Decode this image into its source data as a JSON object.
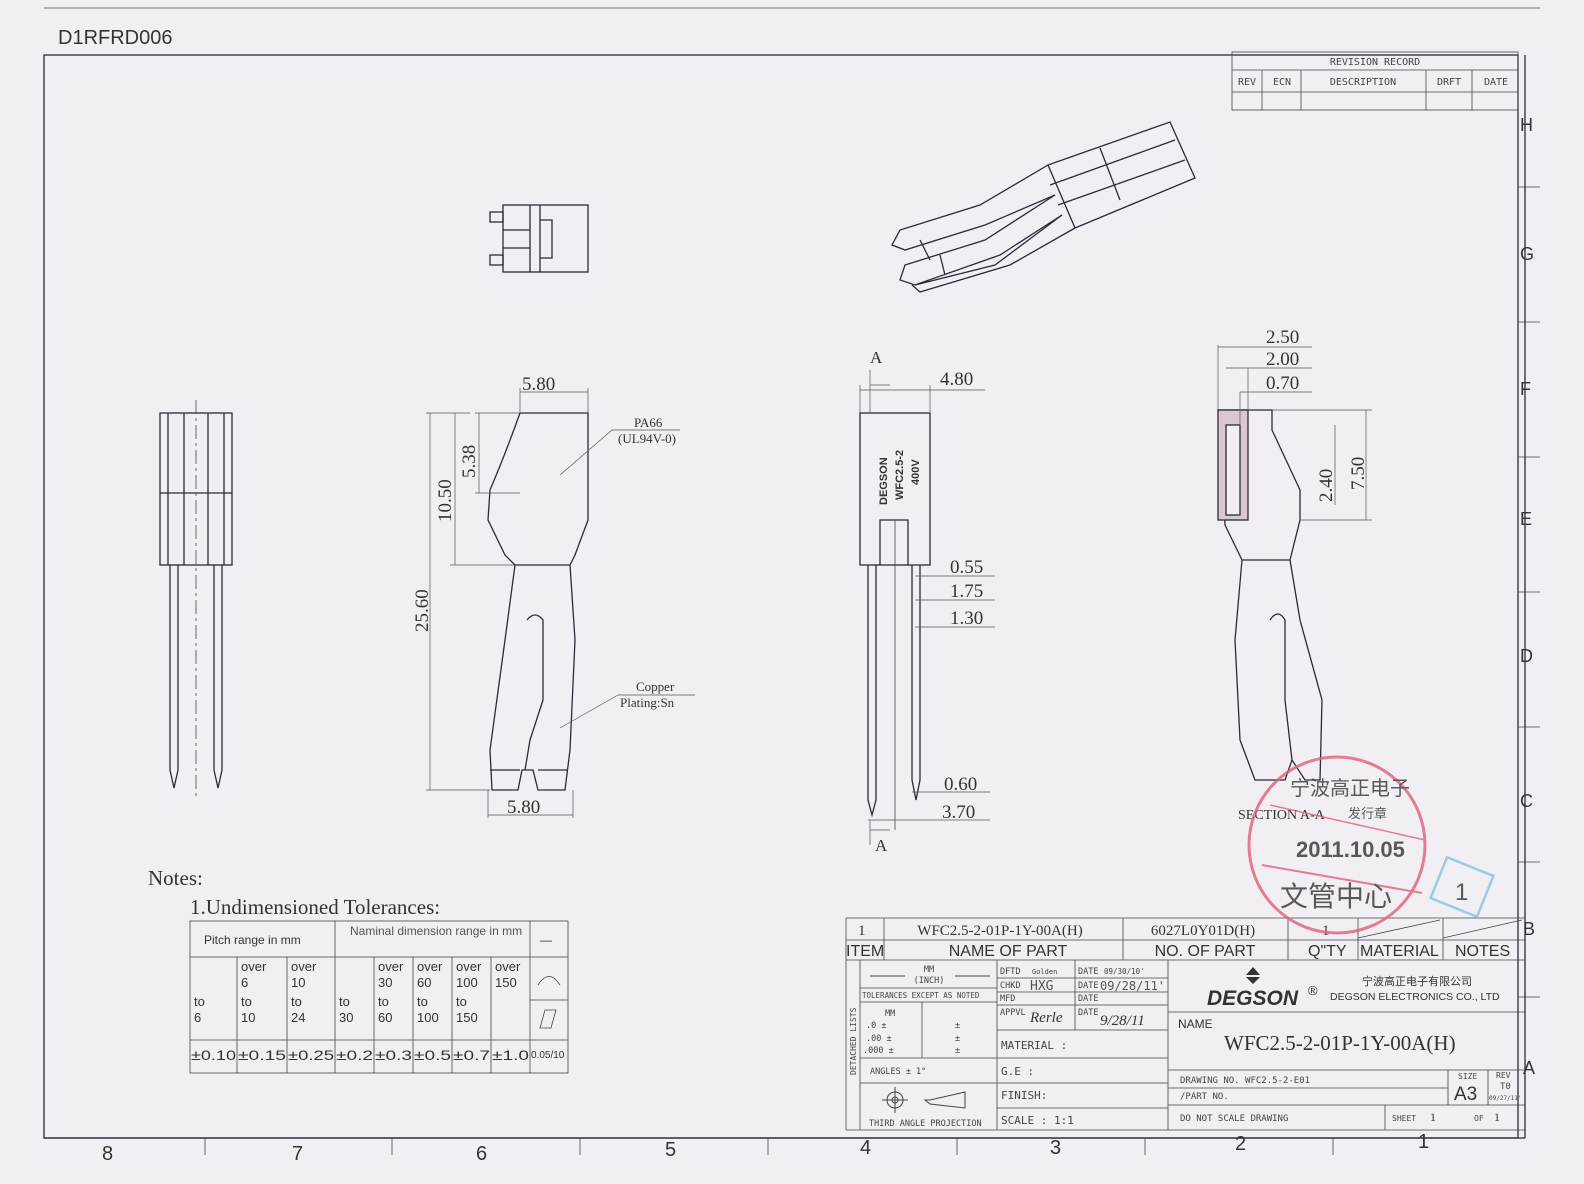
{
  "drawing_code": "D1RFRD006",
  "revision_record": {
    "title": "REVISION RECORD",
    "headers": [
      "REV",
      "ECN",
      "DESCRIPTION",
      "DRFT",
      "DATE"
    ]
  },
  "border": {
    "columns": [
      "8",
      "7",
      "6",
      "5",
      "4",
      "3",
      "2",
      "1"
    ],
    "rows": [
      "H",
      "G",
      "F",
      "E",
      "D",
      "C",
      "B",
      "A"
    ]
  },
  "front_view": {
    "width_top": "5.80",
    "body_upper": "5.38",
    "body_height": "10.50",
    "overall_length": "25.60",
    "width_bottom": "5.80",
    "housing_material": "PA66",
    "housing_rating": "(UL94V-0)",
    "contact_material": "Copper",
    "contact_plating": "Plating:Sn"
  },
  "side_view": {
    "section_mark_top": "A",
    "section_mark_bottom": "A",
    "thickness": "4.80",
    "d1": "0.55",
    "d2": "1.75",
    "d3": "1.30",
    "d4": "0.60",
    "d5": "3.70",
    "print_brand": "DEGSON",
    "print_model": "WFC2.5-2",
    "print_voltage": "400V"
  },
  "section_view": {
    "d1": "2.50",
    "d2": "2.00",
    "d3": "0.70",
    "d4": "2.40",
    "d5": "7.50",
    "label": "SECTION A-A"
  },
  "notes": {
    "title": "Notes:",
    "item1": "1.Undimensioned Tolerances:"
  },
  "tolerance_table": {
    "pitch_header": "Pitch range in mm",
    "nominal_header": "Naminal dimension range in mm",
    "flat_symbol": "—",
    "columns": [
      {
        "range": "to 6",
        "value": "±0.10"
      },
      {
        "range": "over 6 to 10",
        "value": "±0.15"
      },
      {
        "range": "over 10 to 24",
        "value": "±0.25"
      },
      {
        "range": "to 30",
        "value": "±0.2"
      },
      {
        "range": "over 30 to 60",
        "value": "±0.3"
      },
      {
        "range": "over 60 to 100",
        "value": "±0.5"
      },
      {
        "range": "over 100 to 150",
        "value": "±0.7"
      },
      {
        "range": "over 150",
        "value": "±1.0"
      }
    ],
    "geom_value": "0.05/10"
  },
  "parts_list": {
    "row": {
      "item": "1",
      "name": "WFC2.5-2-01P-1Y-00A(H)",
      "part_no": "6027L0Y01D(H)",
      "qty": "1"
    },
    "headers": {
      "item": "ITEM",
      "name": "NAME OF PART",
      "part_no": "NO. OF PART",
      "qty": "Q\"TY",
      "material": "MATERIAL",
      "notes": "NOTES"
    }
  },
  "title_block": {
    "units": "MM",
    "units_alt": "(INCH)",
    "tolerances_label": "TOLERANCES EXCEPT AS NOTED",
    "mm": "MM",
    "tol_rows": [
      ".0 ±",
      ".00 ±",
      ".000 ±"
    ],
    "pm": "±",
    "angles": "ANGLES ± 1°",
    "projection": "THIRD ANGLE PROJECTION",
    "detached_lists": "DETACHED LISTS",
    "dftd_label": "DFTD",
    "dftd": "Golden",
    "dftd_date_label": "DATE",
    "dftd_date": "09/30/10'",
    "chkd_label": "CHKD",
    "chkd": "HXG",
    "chkd_date_label": "DATE",
    "chkd_date": "09/28/11'",
    "mfd_label": "MFD",
    "mfd_date_label": "DATE",
    "appvl_label": "APPVL",
    "appvl": "Rerle",
    "appvl_date_label": "DATE",
    "appvl_date": "9/28/11",
    "material_label": "MATERIAL :",
    "ge_label": "G.E :",
    "finish_label": "FINISH:",
    "scale_label": "SCALE : 1:1",
    "brand": "DEGSON",
    "registered": "®",
    "company_cn": "宁波高正电子有限公司",
    "company_en": "DEGSON ELECTRONICS CO., LTD",
    "name_label": "NAME",
    "name": "WFC2.5-2-01P-1Y-00A(H)",
    "drawing_no_label": "DRAWING NO. WFC2.5-2-E01",
    "part_no_label": "/PART NO.",
    "size_label": "SIZE",
    "size": "A3",
    "rev_label": "REV",
    "rev": "T0",
    "rev_date": "09/27/11'",
    "do_not_scale": "DO NOT SCALE DRAWING",
    "sheet_label": "SHEET",
    "sheet": "1",
    "of_label": "OF",
    "of": "1"
  },
  "stamps": {
    "red_top": "宁波高正电子",
    "red_mid": "发行章",
    "red_date": "2011.10.05",
    "red_bottom": "文管中心",
    "blue": "1"
  },
  "colors": {
    "paper": "#f1eef4",
    "ink": "#2a2a3a",
    "stamp_red": "#e0607a",
    "stamp_blue": "#7fc4e4"
  }
}
